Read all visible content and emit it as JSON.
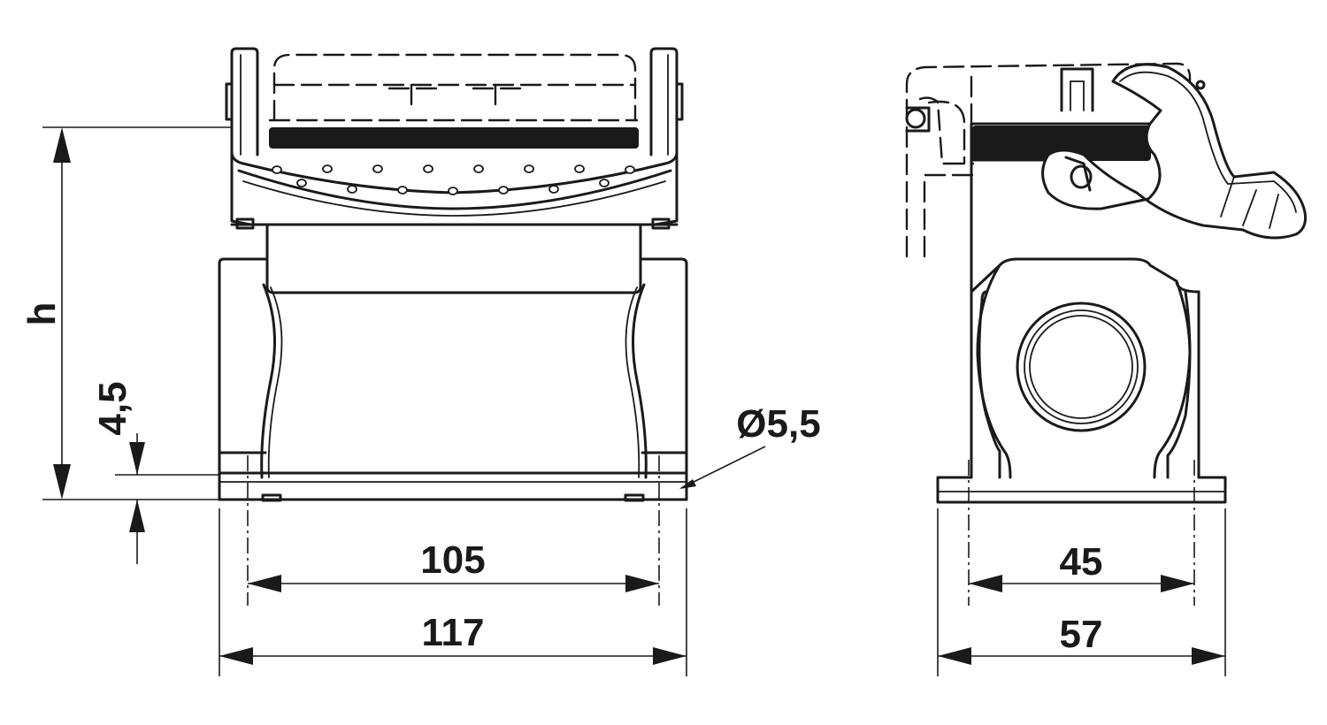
{
  "drawing": {
    "dimensions": {
      "width_hole_spacing": "105",
      "width_overall": "117",
      "depth_hole_spacing": "45",
      "depth_overall": "57",
      "hole_diameter": "Ø5,5",
      "base_thickness": "4,5",
      "height": "h"
    }
  }
}
